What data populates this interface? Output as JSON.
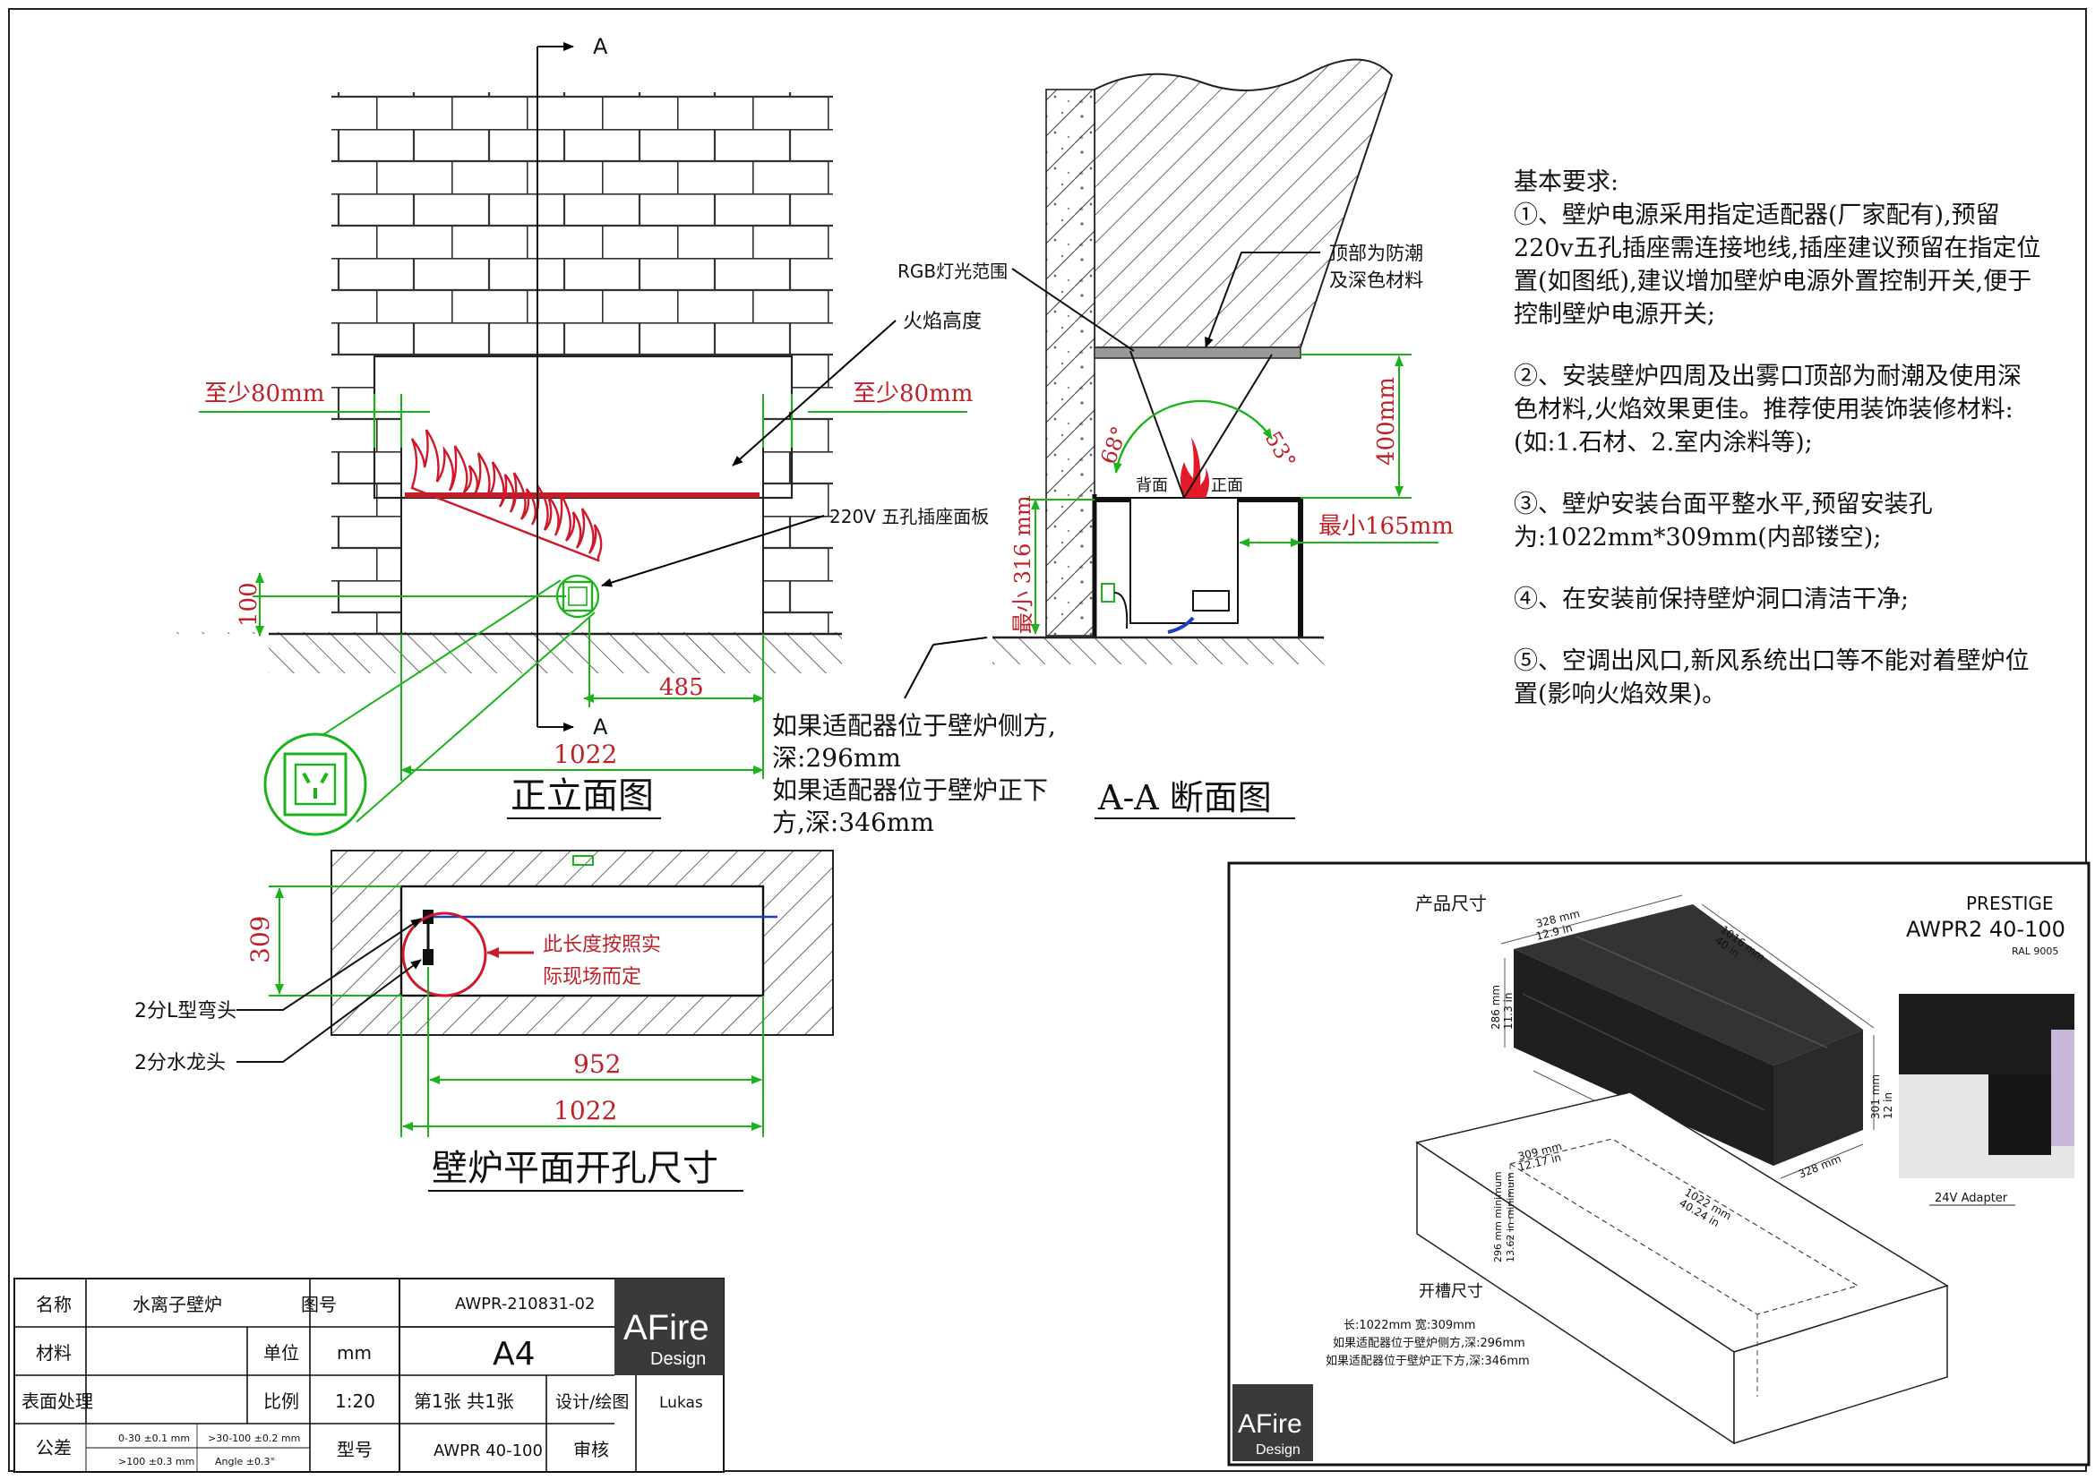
{
  "front_view": {
    "title": "正立面图",
    "section_marker": "A",
    "left_clearance": "至少80mm",
    "right_clearance": "至少80mm",
    "flame_height_label": "火焰高度",
    "socket_label": "220V 五孔插座面板",
    "socket_height": "100",
    "socket_offset": "485",
    "width": "1022",
    "adapter_note": [
      "如果适配器位于壁炉侧方,",
      "深:296mm",
      "如果适配器位于壁炉正下",
      "方,深:346mm"
    ]
  },
  "section_view": {
    "title": "A-A 断面图",
    "rgb_label": "RGB灯光范围",
    "top_material_label": [
      "顶部为防潮",
      "及深色材料"
    ],
    "angle_back": "68°",
    "angle_front": "53°",
    "back_label": "背面",
    "front_label": "正面",
    "top_clearance": "400mm",
    "front_clearance": "最小165mm",
    "min_height": "最小 316 mm"
  },
  "plan_view": {
    "title": "壁炉平面开孔尺寸",
    "depth": "309",
    "inner_length": "952",
    "length": "1022",
    "elbow_label": "2分L型弯头",
    "tap_label": "2分水龙头",
    "note": [
      "此长度按照实",
      "际现场而定"
    ]
  },
  "requirements": {
    "title": "基本要求:",
    "items": [
      "①、壁炉电源采用指定适配器(厂家配有),预留220v五孔插座需连接地线,插座建议预留在指定位置(如图纸),建议增加壁炉电源外置控制开关,便于控制壁炉电源开关;",
      "②、安装壁炉四周及出雾口顶部为耐潮及使用深色材料,火焰效果更佳。推荐使用装饰装修材料:(如:1.石材、2.室内涂料等);",
      "③、壁炉安装台面平整水平,预留安装孔为:1022mm*309mm(内部镂空);",
      "④、在安装前保持壁炉洞口清洁干净;",
      "⑤、空调出风口,新风系统出口等不能对着壁炉位置(影响火焰效果)。"
    ]
  },
  "product_panel": {
    "product_label": "产品尺寸",
    "brand_line1": "PRESTIGE",
    "brand_line2": "AWPR2 40-100",
    "color_code": "RAL 9005",
    "dim_1016": "1016 mm",
    "dim_1016_in": "40 in",
    "dim_328": "328 mm",
    "dim_328_in": "12.9 in",
    "dim_286": "286 mm",
    "dim_286_in": "11.3 in",
    "dim_301": "301 mm",
    "dim_301_in": "12 in",
    "dim_1022": "1022 mm",
    "dim_1022_in": "40.24 in",
    "dim_309": "309 mm",
    "dim_309_in": "12.17 in",
    "dim_296min": "296 mm minimum",
    "dim_296min_in": "13.62 in minimum",
    "adapter_label": "24V Adapter",
    "slot_label": "开槽尺寸",
    "slot_size": "长:1022mm 宽:309mm",
    "slot_note1": "如果适配器位于壁炉侧方,深:296mm",
    "slot_note2": "如果适配器位于壁炉正下方,深:346mm",
    "logo_text": "AFire",
    "logo_sub": "Design"
  },
  "title_block": {
    "name_label": "名称",
    "name_value": "水离子壁炉",
    "drawing_no_label": "图号",
    "drawing_no": "AWPR-210831-02",
    "material_label": "材料",
    "unit_label": "单位",
    "unit_value": "mm",
    "paper_size": "A4",
    "surface_label": "表面处理",
    "scale_label": "比例",
    "scale_value": "1:20",
    "sheet": "第1张 共1张",
    "design_label": "设计/绘图",
    "designer": "Lukas",
    "tolerance_label": "公差",
    "tol1": "0-30 ±0.1 mm",
    "tol2": ">30-100 ±0.2 mm",
    "tol3": ">100 ±0.3 mm",
    "tol4": "Angle ±0.3°",
    "model_label": "型号",
    "model_value": "AWPR 40-100",
    "review_label": "审核",
    "logo_text": "AFire",
    "logo_sub": "Design"
  }
}
